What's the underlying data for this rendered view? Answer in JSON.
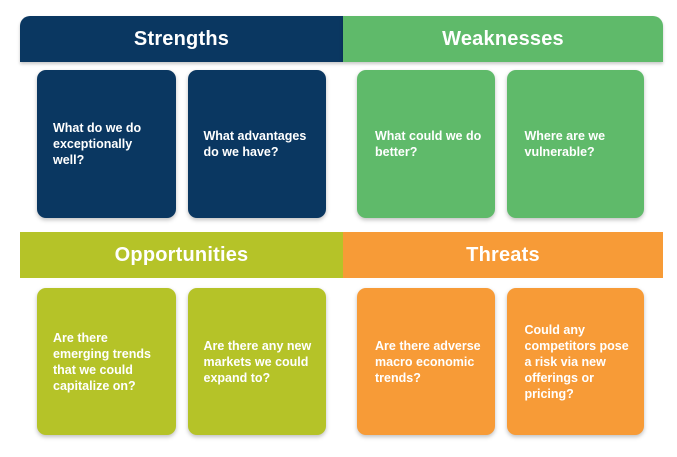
{
  "diagram": {
    "type": "swot-matrix",
    "background_color": "#FFFFFF",
    "quadrants": [
      {
        "key": "strengths",
        "title": "Strengths",
        "color": "#0A3761",
        "position": "top-left",
        "cards": [
          {
            "text": "What do we do exceptionally well?"
          },
          {
            "text": "What advantages do we have?"
          }
        ]
      },
      {
        "key": "weaknesses",
        "title": "Weaknesses",
        "color": "#5FBA6A",
        "position": "top-right",
        "cards": [
          {
            "text": "What could we do better?"
          },
          {
            "text": "Where are we vulnerable?"
          }
        ]
      },
      {
        "key": "opportunities",
        "title": "Opportunities",
        "color": "#B5C328",
        "position": "bottom-left",
        "cards": [
          {
            "text": "Are there emerging trends that we could capitalize on?"
          },
          {
            "text": "Are there any new markets we could expand to?"
          }
        ]
      },
      {
        "key": "threats",
        "title": "Threats",
        "color": "#F79B37",
        "position": "bottom-right",
        "cards": [
          {
            "text": "Are there adverse macro economic trends?"
          },
          {
            "text": "Could any competitors pose a risk via new offerings or pricing?"
          }
        ]
      }
    ]
  }
}
